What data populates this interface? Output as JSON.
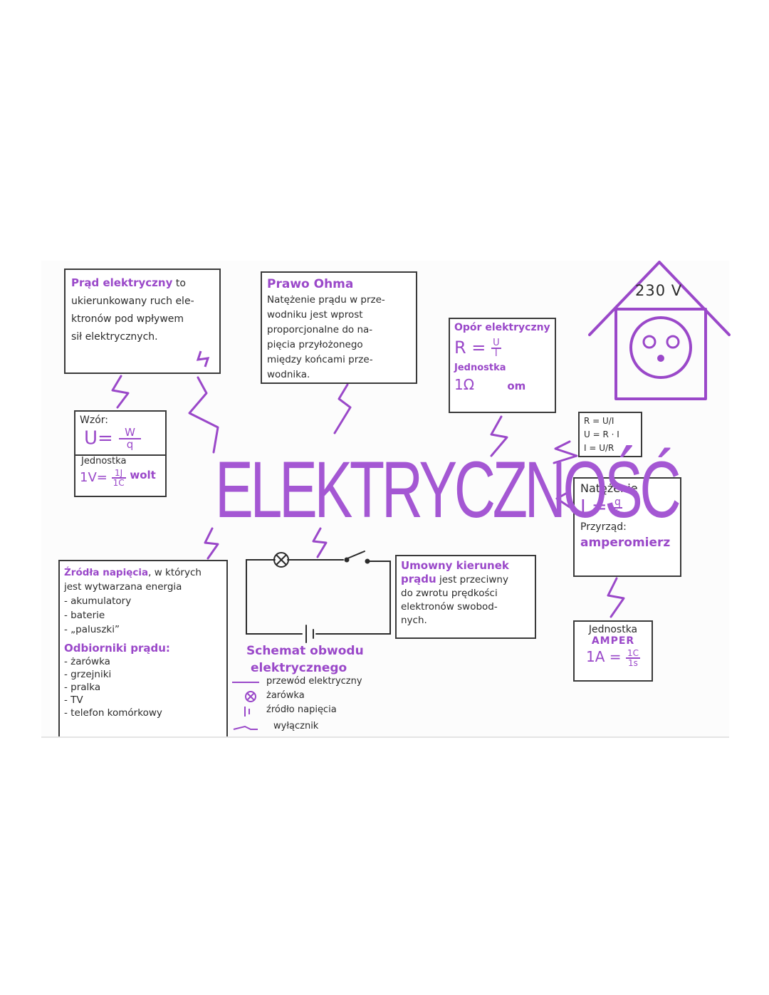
{
  "title": "ELEKTRYCZNOŚĆ",
  "prad": {
    "term": "Prąd elektryczny",
    "line1_rest": "to",
    "line2": "ukierunkowany ruch ele-",
    "line3": "ktronów pod wpływem",
    "line4": "sił elektrycznych."
  },
  "ohm": {
    "heading": "Prawo Ohma",
    "lines": [
      "Natężenie prądu w prze-",
      "wodniku jest wprost",
      "proporcjonalne do na-",
      "pięcia przyłożonego",
      "między końcami prze-",
      "wodnika."
    ]
  },
  "opor": {
    "heading": "Opór elektryczny",
    "formula_lhs": "R =",
    "num": "U",
    "den": "I",
    "unit_heading": "Jednostka",
    "unit_value": "1Ω",
    "unit_name": "om"
  },
  "socket": {
    "voltage": "230 V"
  },
  "napiecie": {
    "label": "Wzór:",
    "formula_lhs": "U=",
    "num": "W",
    "den": "q",
    "unit_heading": "Jednostka",
    "unit_lhs": "1V=",
    "unit_num": "1J",
    "unit_den": "1C",
    "unit_name": "wolt"
  },
  "ohm_forms": {
    "l1": "R = U/I",
    "l2": "U = R · I",
    "l3": "I = U/R"
  },
  "natezenie": {
    "heading": "Natężenie",
    "formula_lhs": "I =",
    "num": "q",
    "den": "t",
    "tool_label": "Przyrząd:",
    "tool": "amperomierz"
  },
  "amper": {
    "heading": "Jednostka",
    "name": "AMPER",
    "lhs": "1A =",
    "num": "1C",
    "den": "1s"
  },
  "zrodla": {
    "term": "Źródła napięcia",
    "rest": ", w których",
    "line2": "jest wytwarzana energia",
    "items": [
      "- akumulatory",
      "- baterie",
      "- „paluszki”"
    ],
    "odbiorniki": "Odbiorniki prądu:",
    "odb_items": [
      "- żarówka",
      "- grzejniki",
      "- pralka",
      "- TV",
      "- telefon komórkowy"
    ]
  },
  "schemat": {
    "heading1": "Schemat obwodu",
    "heading2": "elektrycznego",
    "legend": [
      "przewód elektryczny",
      "żarówka",
      "źródło napięcia",
      "wyłącznik"
    ]
  },
  "kierunek": {
    "term1": "Umowny kierunek",
    "term2": "prądu",
    "line2_rest": "jest przeciwny",
    "line3": "do zwrotu prędkości",
    "line4": "elektronów swobod-",
    "line5": "nych."
  },
  "colors": {
    "accent": "#9a48c9",
    "ink": "#2b2b2b"
  }
}
